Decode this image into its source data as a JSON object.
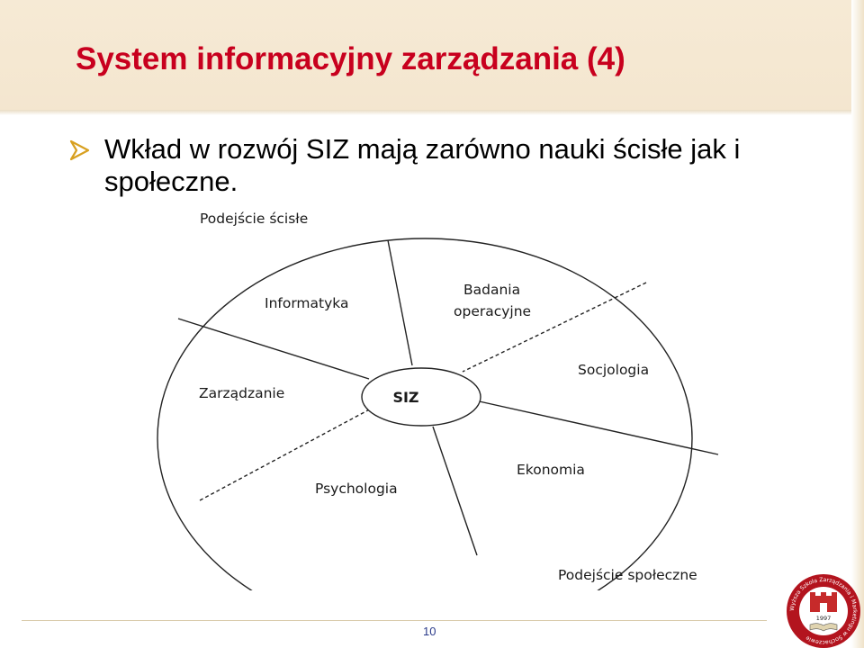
{
  "slide": {
    "title": "System informacyjny zarządzania (4)",
    "bullet_text": "Wkład w rozwój SIZ mają zarówno nauki ścisłe jak i społeczne.",
    "page_number": "10"
  },
  "diagram": {
    "center_label": "SIZ",
    "top_caption": "Podejście ścisłe",
    "bottom_caption": "Podejście społeczne",
    "sectors": {
      "informatyka": "Informatyka",
      "badania_line1": "Badania",
      "badania_line2": "operacyjne",
      "socjologia": "Socjologia",
      "zarzadzanie": "Zarządzanie",
      "psychologia": "Psychologia",
      "ekonomia": "Ekonomia"
    }
  },
  "logo": {
    "ring_text": "Wyższa Szkoła Zarządzania i Marketingu w Sochaczewie",
    "year": "1997"
  },
  "colors": {
    "title": "#c8001e",
    "header_band": "#f6ead5",
    "logo_red": "#b3141e"
  }
}
